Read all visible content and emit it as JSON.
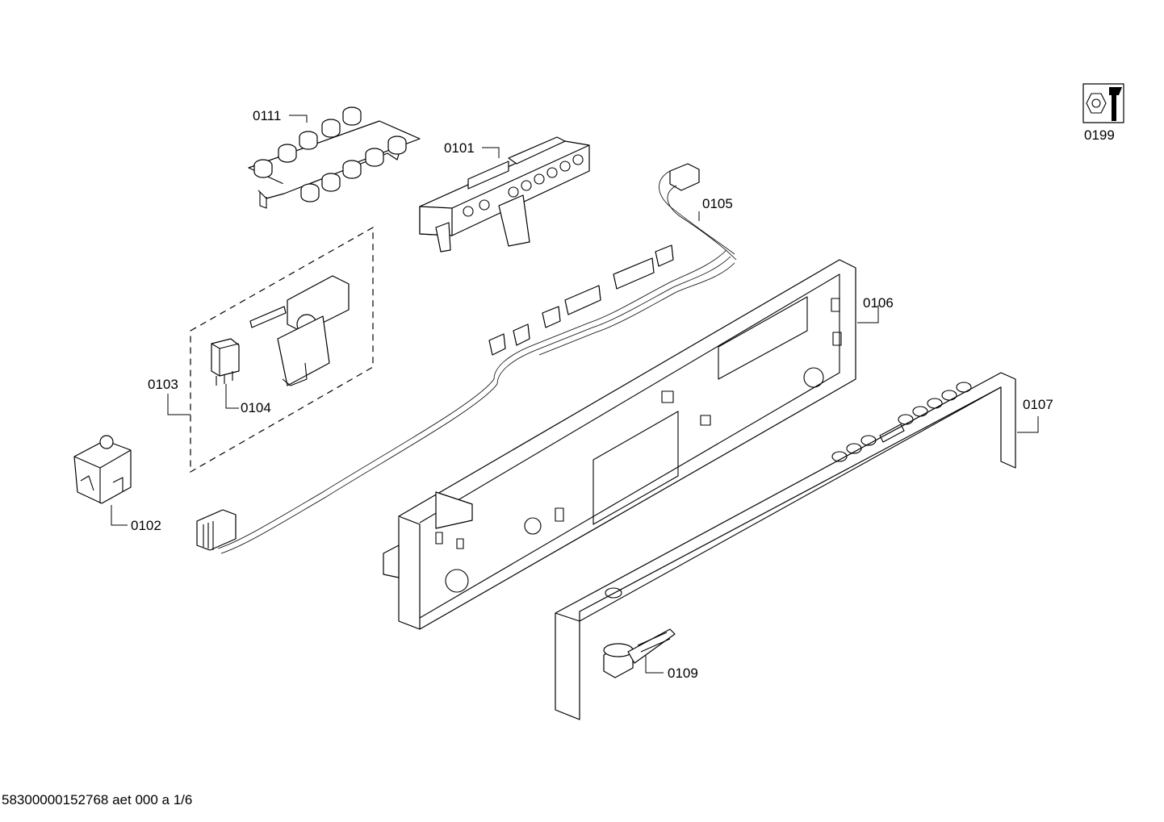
{
  "parts": [
    {
      "id": "p0111",
      "label": "0111"
    },
    {
      "id": "p0101",
      "label": "0101"
    },
    {
      "id": "p0105",
      "label": "0105"
    },
    {
      "id": "p0106",
      "label": "0106"
    },
    {
      "id": "p0103",
      "label": "0103"
    },
    {
      "id": "p0104",
      "label": "0104"
    },
    {
      "id": "p0107",
      "label": "0107"
    },
    {
      "id": "p0102",
      "label": "0102"
    },
    {
      "id": "p0109",
      "label": "0109"
    },
    {
      "id": "p0199",
      "label": "0199"
    }
  ],
  "footer": "58300000152768 aet 000 a 1/6"
}
